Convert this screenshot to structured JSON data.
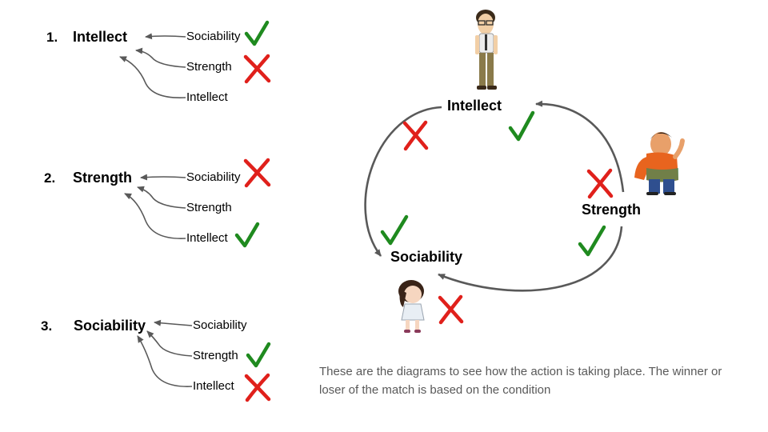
{
  "rules": [
    {
      "number": "1.",
      "title": "Intellect",
      "items": [
        {
          "label": "Sociability",
          "result": "win"
        },
        {
          "label": "Strength",
          "result": "lose"
        },
        {
          "label": "Intellect",
          "result": "none"
        }
      ]
    },
    {
      "number": "2.",
      "title": "Strength",
      "items": [
        {
          "label": "Sociability",
          "result": "lose"
        },
        {
          "label": "Strength",
          "result": "none"
        },
        {
          "label": "Intellect",
          "result": "win"
        }
      ]
    },
    {
      "number": "3.",
      "title": "Sociability",
      "items": [
        {
          "label": "Sociability",
          "result": "none"
        },
        {
          "label": "Strength",
          "result": "win"
        },
        {
          "label": "Intellect",
          "result": "lose"
        }
      ]
    }
  ],
  "cycle": {
    "intellect": "Intellect",
    "strength": "Strength",
    "sociability": "Sociability"
  },
  "caption": "These are the diagrams to see how the action is taking place. The winner or loser of the match is based on the condition",
  "colors": {
    "check": "#1f8a1f",
    "cross": "#e0201b",
    "arrow": "#595959",
    "caption": "#595959"
  }
}
